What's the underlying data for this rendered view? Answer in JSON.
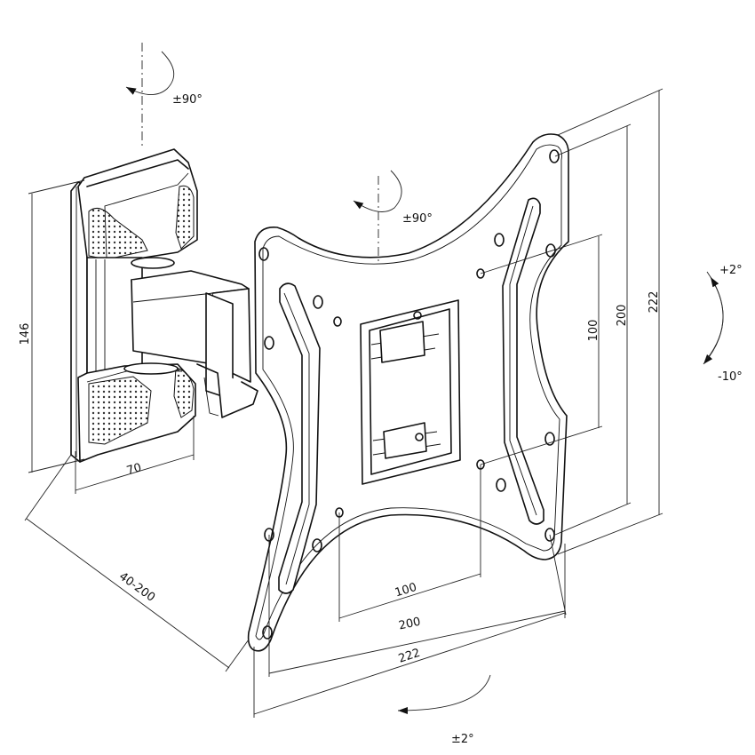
{
  "dimensions": {
    "wall_plate_height": "146",
    "arm_width": "70",
    "extension_range": "40-200",
    "plate_height_outer": "222",
    "plate_height_vesa_large": "200",
    "plate_height_vesa_small": "100",
    "plate_width_vesa_small": "100",
    "plate_width_vesa_large": "200",
    "plate_width_outer": "222"
  },
  "rotations": {
    "arm_swivel": "±90°",
    "plate_swivel": "±90°",
    "tilt_up": "+2°",
    "tilt_down": "-10°",
    "level_adjust": "±2°"
  },
  "colors": {
    "line": "#111111",
    "background": "#ffffff",
    "dots": "#333333"
  }
}
